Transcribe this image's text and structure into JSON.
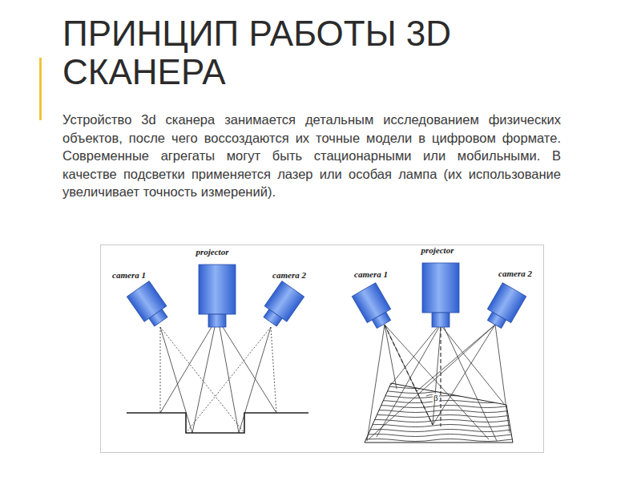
{
  "diagram": {
    "title": "ПРИНЦИП РАБОТЫ 3D СКАНЕРА",
    "labels": [
      "Устройство 3d сканера занимается детальным исследованием физических объектов, после чего воссоздаются их точные модели в цифровом формате. Современные агрегаты могут быть стационарными или мобильными. В качестве подсветки применяется лазер или особая лампа (их использование увеличивает точность измерений).",
      "camera 1",
      "projector",
      "camera 2",
      "camera 1",
      "projector",
      "camera 2",
      "β"
    ]
  }
}
